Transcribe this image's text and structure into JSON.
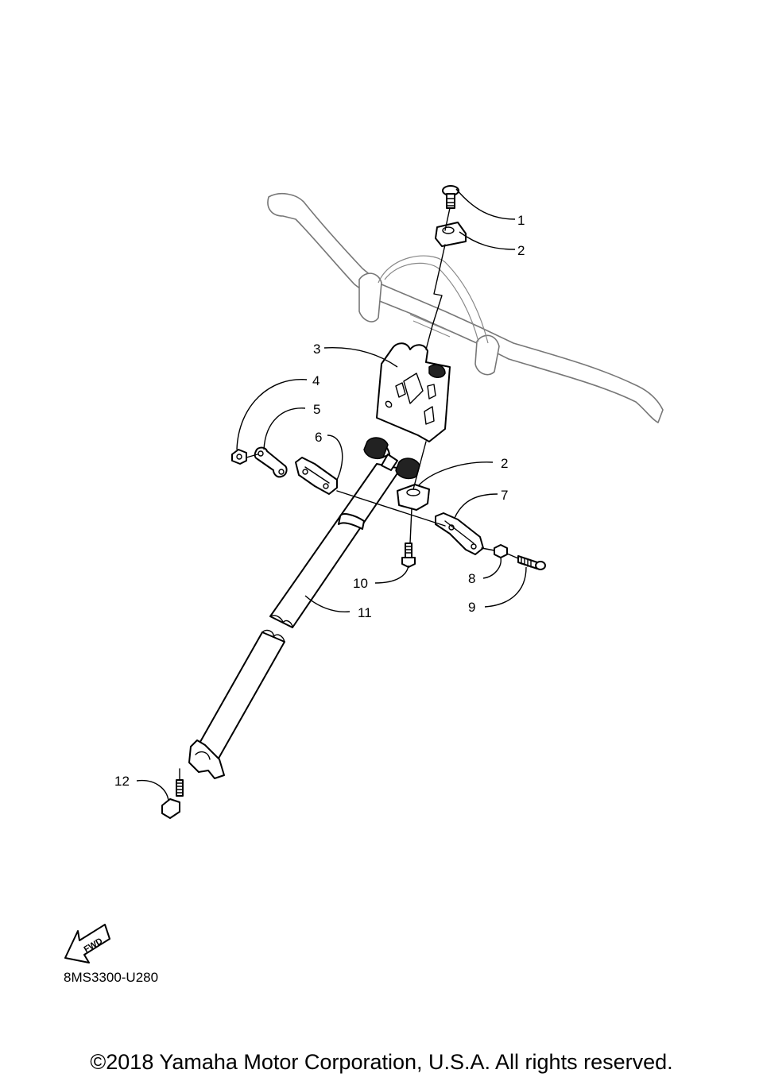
{
  "callouts": [
    {
      "label": "1"
    },
    {
      "label": "2"
    },
    {
      "label": "3"
    },
    {
      "label": "4"
    },
    {
      "label": "5"
    },
    {
      "label": "6"
    },
    {
      "label": "2"
    },
    {
      "label": "7"
    },
    {
      "label": "8"
    },
    {
      "label": "9"
    },
    {
      "label": "10"
    },
    {
      "label": "11"
    },
    {
      "label": "12"
    }
  ],
  "fwd_label": "FWD",
  "diagram_code": "8MS3300-U280",
  "copyright": "©2018 Yamaha Motor Corporation, U.S.A. All rights reserved."
}
